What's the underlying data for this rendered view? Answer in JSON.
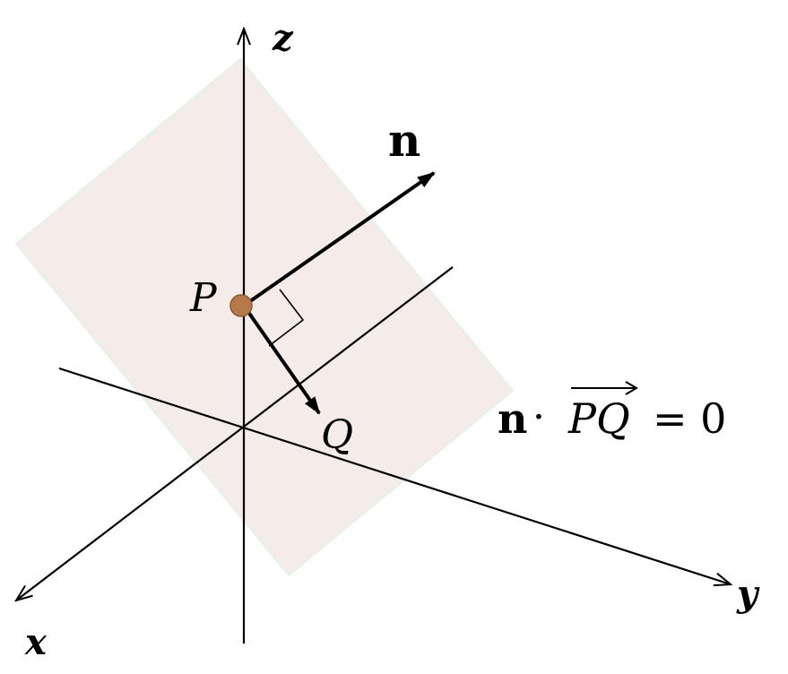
{
  "colors": {
    "plane_fill": "#f5ebe8",
    "plane_edge": "#e3f3e6",
    "point_fill": "#b5794a",
    "point_stroke": "#8a5a33",
    "ink": "#000000"
  },
  "axes": {
    "x_label": "x",
    "y_label": "y",
    "z_label": "z"
  },
  "vectors": {
    "normal_label": "n"
  },
  "points": {
    "p_label": "P",
    "q_label": "Q"
  },
  "equation": {
    "n": "n",
    "dot": "·",
    "vector": "PQ",
    "equals": "= 0"
  }
}
